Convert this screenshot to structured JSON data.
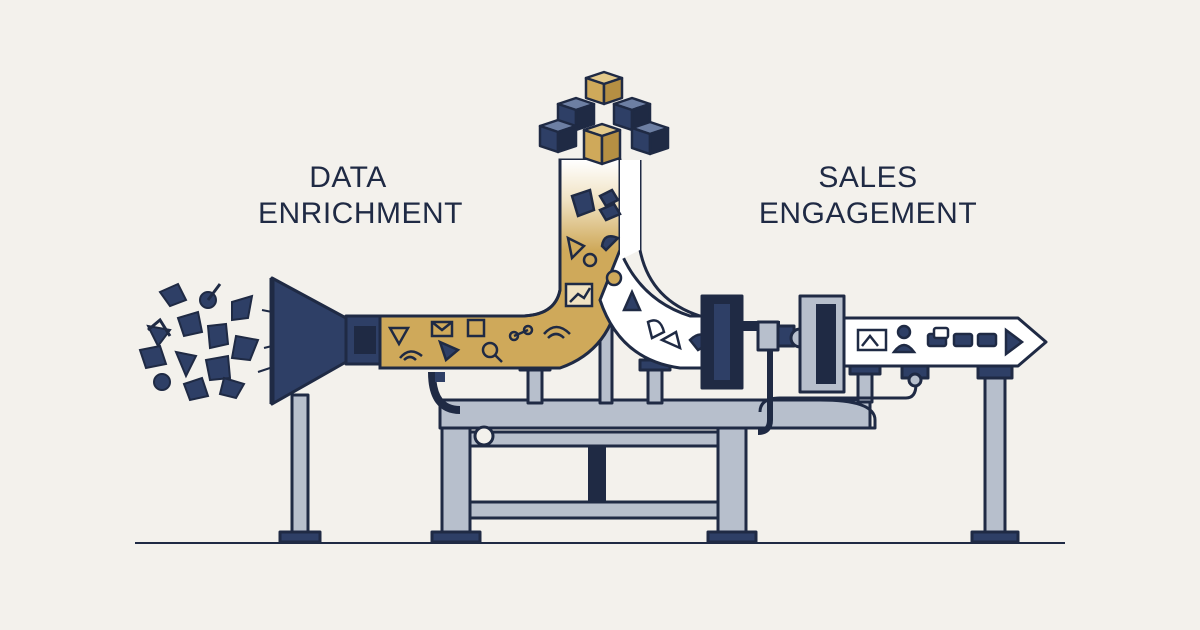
{
  "labels": {
    "left": [
      "DATA",
      "ENRICHMENT"
    ],
    "right": [
      "SALES",
      "ENGAGEMENT"
    ]
  },
  "colors": {
    "background": "#f3f1ec",
    "ink": "#1f2a44",
    "navy": "#2e3f66",
    "gold": "#cfa95a",
    "steel": "#b7bfcc",
    "white": "#ffffff"
  },
  "icons": [
    "scattered-data-shapes-icon",
    "funnel-icon",
    "cube-cluster-icon",
    "chart-up-icon",
    "wifi-icon",
    "person-icon",
    "arrow-head-icon",
    "magnifier-icon"
  ]
}
